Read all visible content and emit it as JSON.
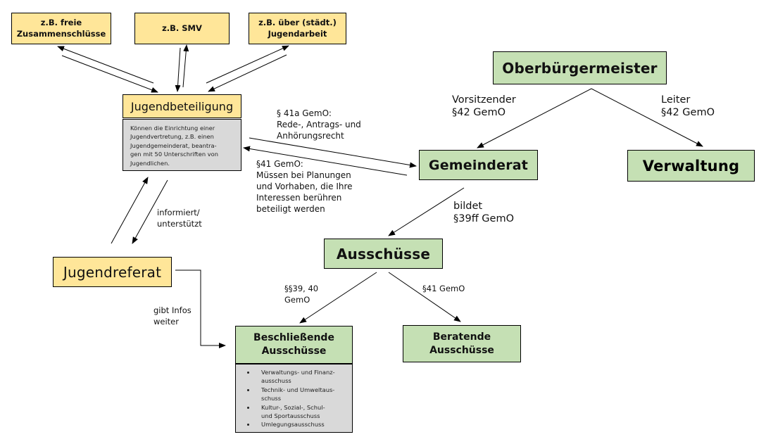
{
  "top_boxes": [
    {
      "label": "z.B. freie\nZusammenschlüsse"
    },
    {
      "label": "z.B. SMV"
    },
    {
      "label": "z.B. über (städt.)\nJugendarbeit"
    }
  ],
  "jugendbeteiligung": {
    "title": "Jugendbeteiligung",
    "note": "Können die Einrichtung einer\nJugendvertretung, z.B. einen\nJugendgemeinderat, beantra-\ngen mit 50 Unterschriften von\nJugendlichen."
  },
  "jugendreferat": {
    "title": "Jugendreferat"
  },
  "oberbuergermeister": {
    "title": "Oberbürgermeister"
  },
  "gemeinderat": {
    "title": "Gemeinderat"
  },
  "verwaltung": {
    "title": "Verwaltung"
  },
  "ausschuesse": {
    "title": "Ausschüsse"
  },
  "beschliessende": {
    "title": "Beschließende\nAusschüsse",
    "items": [
      "Verwaltungs- und Finanz-\nausschuss",
      "Technik- und Umweltaus-\nschuss",
      "Kultur-, Sozial-, Schul-\nund Sportausschuss",
      "Umlegungsausschuss"
    ]
  },
  "beratende": {
    "title": "Beratende\nAusschüsse"
  },
  "labels": {
    "vorsitzender": "Vorsitzender\n§42 GemO",
    "leiter": "Leiter\n§42 GemO",
    "par41a": "§ 41a GemO:\nRede-, Antrags- und\nAnhörungsrecht",
    "par41": "§41 GemO:\nMüssen bei Planungen\nund Vorhaben, die Ihre\nInteressen berühren\nbeteiligt werden",
    "bildet": "bildet\n§39ff GemO",
    "informiert": "informiert/\nunterstützt",
    "gibt_infos": "gibt Infos\nweiter",
    "par39_40": "§§39, 40\nGemO",
    "par41_ber": "§41 GemO"
  }
}
